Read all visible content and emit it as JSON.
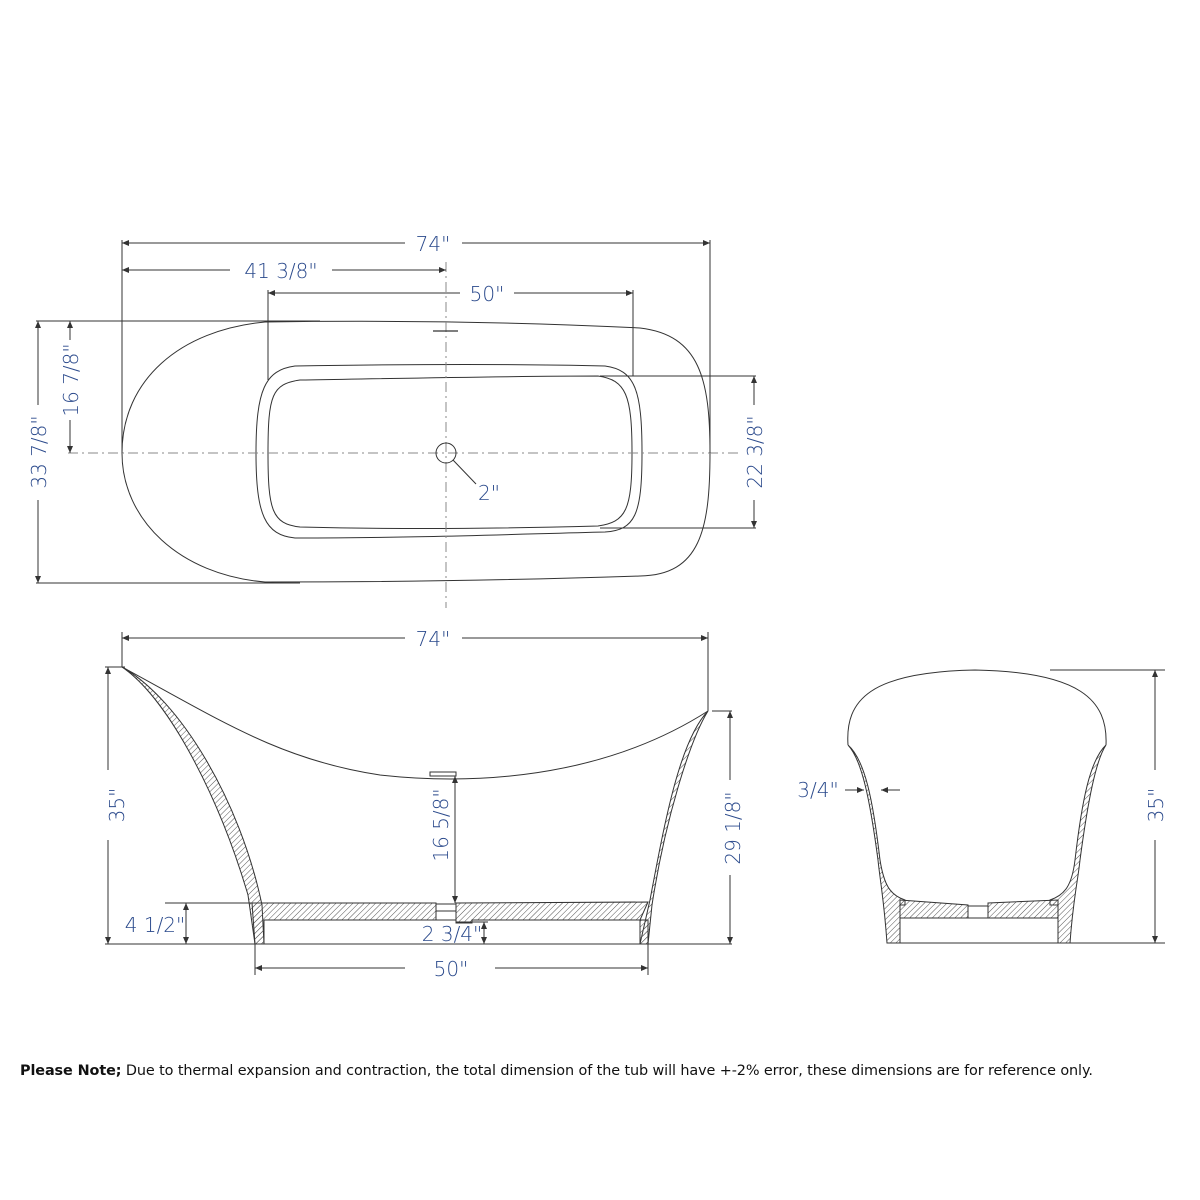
{
  "colors": {
    "label": "#2b4a8c",
    "line": "#333333",
    "background": "#ffffff"
  },
  "top_view": {
    "overall_length": "74\"",
    "drain_offset": "41 3/8\"",
    "basin_length": "50\"",
    "overall_width": "33 7/8\"",
    "half_width": "16 7/8\"",
    "basin_width": "22 3/8\"",
    "drain_diameter": "2\""
  },
  "side_view": {
    "overall_length": "74\"",
    "overall_height": "35\"",
    "low_end_height": "29 1/8\"",
    "interior_depth": "16 5/8\"",
    "base_height": "4 1/2\"",
    "drain_clearance": "2 3/4\"",
    "base_length": "50\""
  },
  "end_view": {
    "wall_thickness": "3/4\"",
    "overall_height": "35\""
  },
  "note": {
    "label": "Please Note;",
    "text": " Due to thermal expansion and contraction, the total dimension of the tub will have +-2% error, these dimensions are for reference only."
  }
}
